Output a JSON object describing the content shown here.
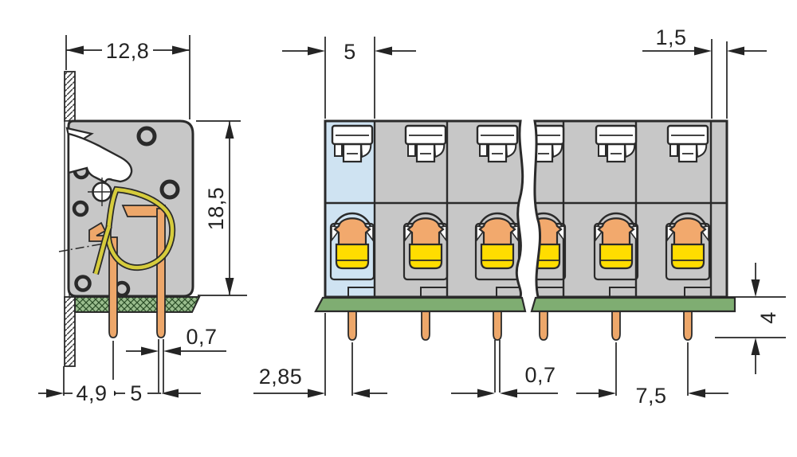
{
  "drawing": {
    "type": "technical-dimension-drawing",
    "subject": "PCB terminal block, side view and front view",
    "background": "#ffffff",
    "line_color": "#242424",
    "left_view": {
      "name": "side-view",
      "dims": {
        "width": "12,8",
        "height": "18,5",
        "pin_width": "0,7",
        "wall_to_pin": "4,9",
        "pin_spacing": "5"
      },
      "colors": {
        "body_gray": "#c7c7c7",
        "lever_white": "#ffffff",
        "spring_yellow": "#d6cc3c",
        "copper": "#eda76a",
        "pcb_green": "#9abd8e",
        "pcb_hatch": "#2a4d27"
      }
    },
    "right_view": {
      "name": "front-view",
      "pole_count_shown": 6,
      "dims": {
        "first_pole": "5",
        "end_wall": "1,5",
        "edge_to_pin": "2,85",
        "pin_width": "0,7",
        "pole_pitch": "7,5",
        "pin_length": "4"
      },
      "colors": {
        "body_gray": "#c7c7c7",
        "first_cell_blue": "#cfe3f2",
        "pcb_green": "#7fad72",
        "clamp_orange": "#f2a96d",
        "clamp_yellow": "#ffdd00",
        "pin_copper": "#eda76a"
      }
    }
  }
}
